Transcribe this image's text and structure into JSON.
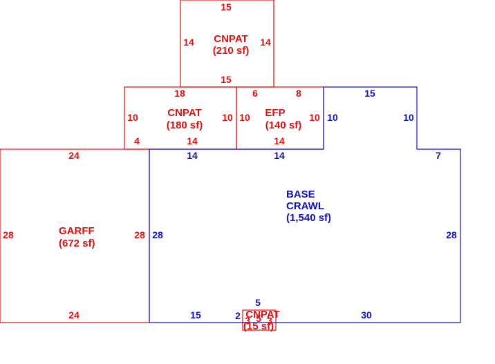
{
  "colors": {
    "red": "#dd1111",
    "blue": "#1111bb"
  },
  "areas": [
    {
      "id": "cnpat-top",
      "color": "red",
      "name": "CNPAT",
      "area": "(210 sf)",
      "dims": [
        "15",
        "14",
        "14",
        "15"
      ]
    },
    {
      "id": "cnpat-mid",
      "color": "red",
      "name": "CNPAT",
      "area": "(180 sf)",
      "dims": [
        "18",
        "10",
        "10",
        "4",
        "14"
      ]
    },
    {
      "id": "efp",
      "color": "red",
      "name": "EFP",
      "area": "(140 sf)",
      "dims": [
        "6",
        "8",
        "10",
        "10",
        "14"
      ]
    },
    {
      "id": "garff",
      "color": "red",
      "name": "GARFF",
      "area": "(672 sf)",
      "dims": [
        "24",
        "28",
        "28",
        "24"
      ]
    },
    {
      "id": "base",
      "color": "blue",
      "name_lines": [
        "BASE",
        "CRAWL"
      ],
      "area": "(1,540 sf)",
      "dims": [
        "15",
        "10",
        "10",
        "14",
        "14",
        "7",
        "28",
        "28",
        "15",
        "2",
        "5",
        "30"
      ]
    },
    {
      "id": "cnpat-small",
      "color": "red",
      "name": "CNPAT",
      "area": "(15 sf)",
      "dims": [
        "3",
        "5",
        "3"
      ]
    }
  ]
}
